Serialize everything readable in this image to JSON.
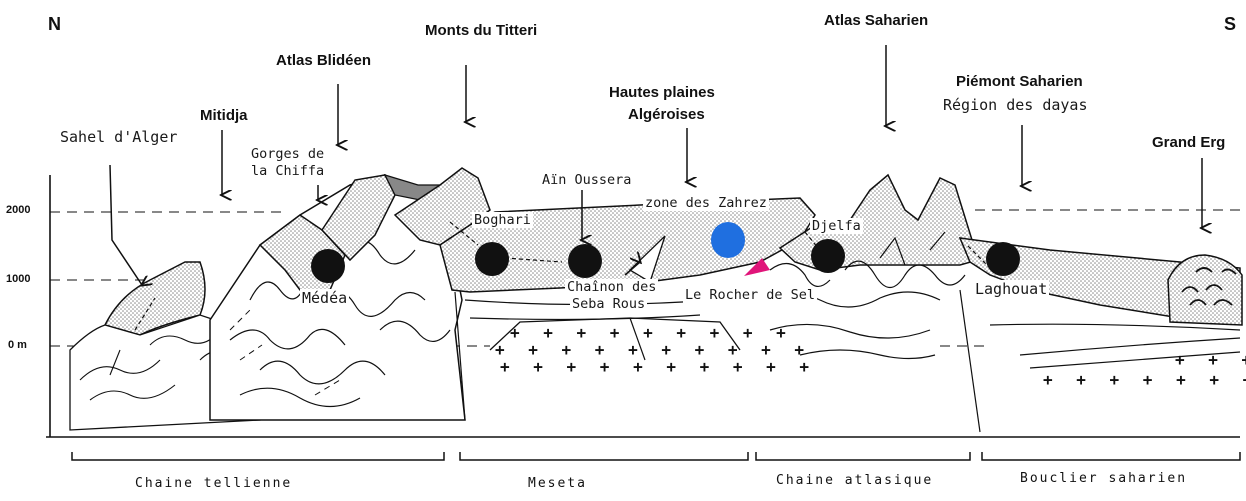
{
  "orientation": {
    "north": "N",
    "south": "S"
  },
  "regions": {
    "sahel": "Sahel d'Alger",
    "mitidja": "Mitidja",
    "atlas_blideen": "Atlas Blidéen",
    "monts_titteri": "Monts du Titteri",
    "hautes_plaines_line1": "Hautes plaines",
    "hautes_plaines_line2": "Algéroises",
    "atlas_saharien": "Atlas Saharien",
    "piemont": "Piémont Saharien",
    "region_dayas": "Région des dayas",
    "grand_erg": "Grand Erg"
  },
  "places": {
    "gorges_line1": "Gorges de",
    "gorges_line2": "la Chiffa",
    "ain_oussera": "Aïn Oussera",
    "zahrez": "zone des Zahrez",
    "boghari": "Boghari",
    "djelfa": "Djelfa",
    "medea": "Médéa",
    "chainon_line1": "Chaînon des",
    "chainon_line2": "Seba Rous",
    "rocher": "Le Rocher de Sel",
    "laghouat": "Laghouat"
  },
  "altitudes": [
    "2000",
    "1000",
    "0 m"
  ],
  "domains": [
    "Chaine tellienne",
    "Meseta",
    "Chaine atlasique",
    "Bouclier saharien"
  ],
  "colors": {
    "ink": "#111111",
    "stipple": "#9a9a9a",
    "town_marker": "#111111",
    "zahrez_marker": "#1f6fe0",
    "rocher_marker": "#e0157a"
  }
}
